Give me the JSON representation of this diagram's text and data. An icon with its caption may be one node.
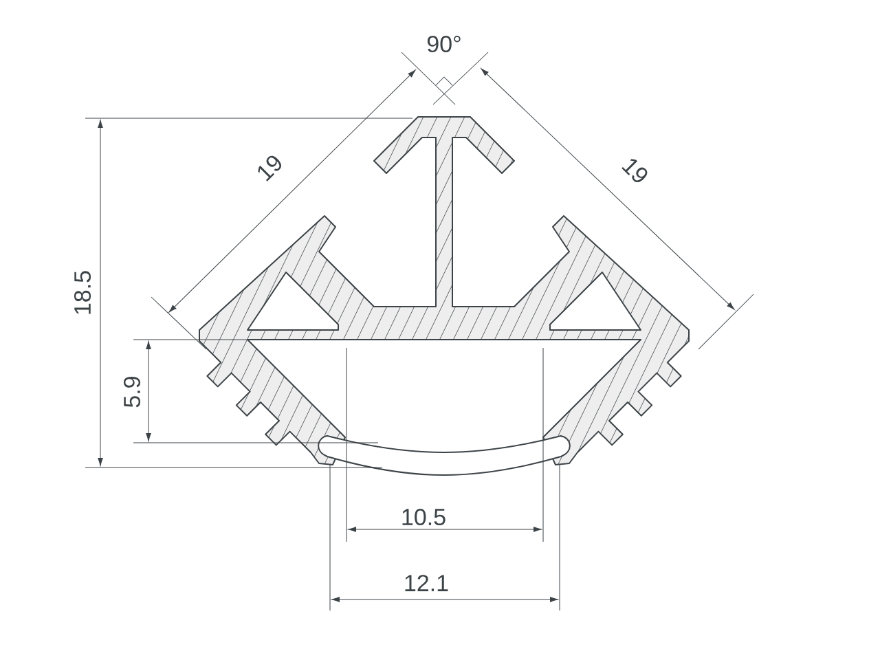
{
  "diagram": {
    "labels": [
      "90°",
      "19",
      "19",
      "18.5",
      "5.9",
      "10.5",
      "12.1"
    ]
  }
}
